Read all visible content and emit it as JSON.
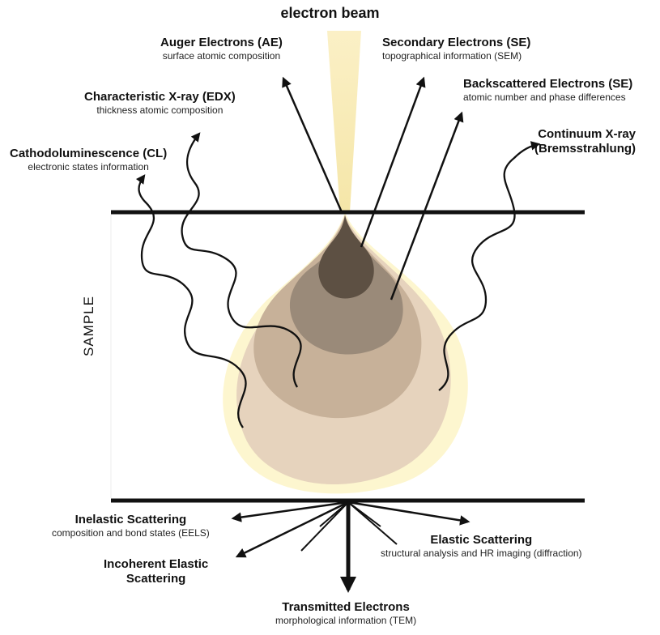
{
  "beam": {
    "label": "electron beam"
  },
  "sample": {
    "label": "SAMPLE"
  },
  "signals_top": {
    "auger": {
      "title": "Auger Electrons (AE)",
      "desc": "surface atomic composition"
    },
    "secondary": {
      "title": "Secondary Electrons (SE)",
      "desc": "topographical information (SEM)"
    },
    "backscattered": {
      "title": "Backscattered Electrons (SE)",
      "desc": "atomic number and phase differences"
    },
    "characteristic": {
      "title": "Characteristic X-ray (EDX)",
      "desc": "thickness atomic composition"
    },
    "cathodo": {
      "title": "Cathodoluminescence (CL)",
      "desc": "electronic states information"
    },
    "continuum": {
      "title_line1": "Continuum X-ray",
      "title_line2": "(Bremsstrahlung)"
    }
  },
  "signals_bottom": {
    "inelastic": {
      "title": "Inelastic Scattering",
      "desc": "composition and bond states (EELS)"
    },
    "incoherent": {
      "title_line1": "Incoherent Elastic",
      "title_line2": "Scattering"
    },
    "elastic": {
      "title": "Elastic Scattering",
      "desc": "structural analysis and HR imaging (diffraction)"
    },
    "transmitted": {
      "title": "Transmitted Electrons",
      "desc": "morphological information (TEM)"
    }
  },
  "colors": {
    "glow": "#fdf6cf",
    "zone_outer": "#e6d3bd",
    "zone_3": "#c7b199",
    "zone_2": "#9a8a79",
    "zone_core": "#5d5043",
    "line": "#111111"
  }
}
